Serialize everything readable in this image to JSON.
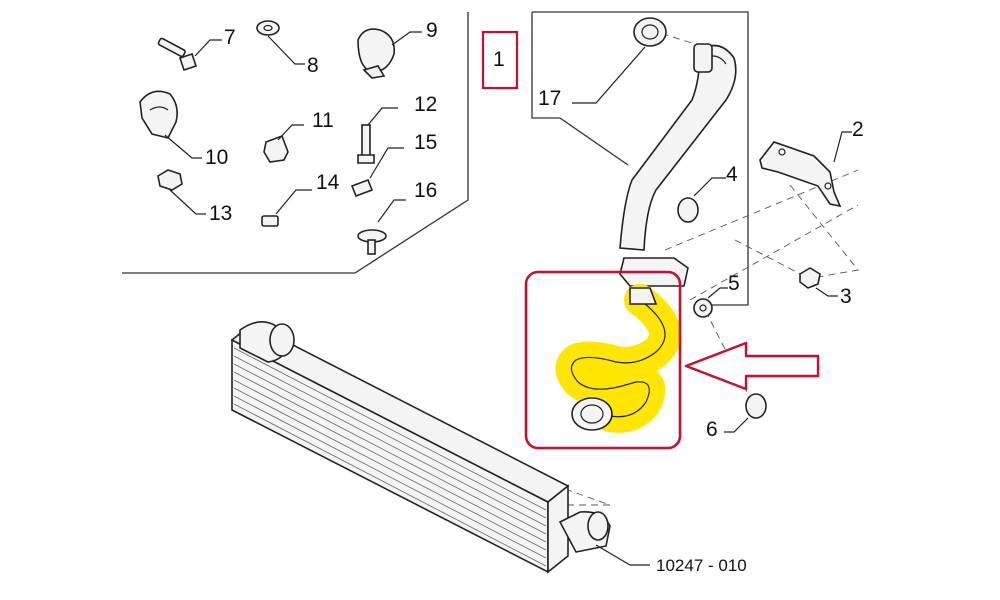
{
  "callouts": {
    "c1": "1",
    "c2": "2",
    "c3": "3",
    "c4": "4",
    "c5": "5",
    "c6": "6",
    "c7": "7",
    "c8": "8",
    "c9": "9",
    "c10": "10",
    "c11": "11",
    "c12": "12",
    "c13": "13",
    "c14": "14",
    "c15": "15",
    "c16": "16",
    "c17": "17"
  },
  "drawing_ref": "10247 - 010",
  "colors": {
    "highlight": "#ffe600",
    "marker": "#c8102e",
    "ink": "#222222"
  }
}
